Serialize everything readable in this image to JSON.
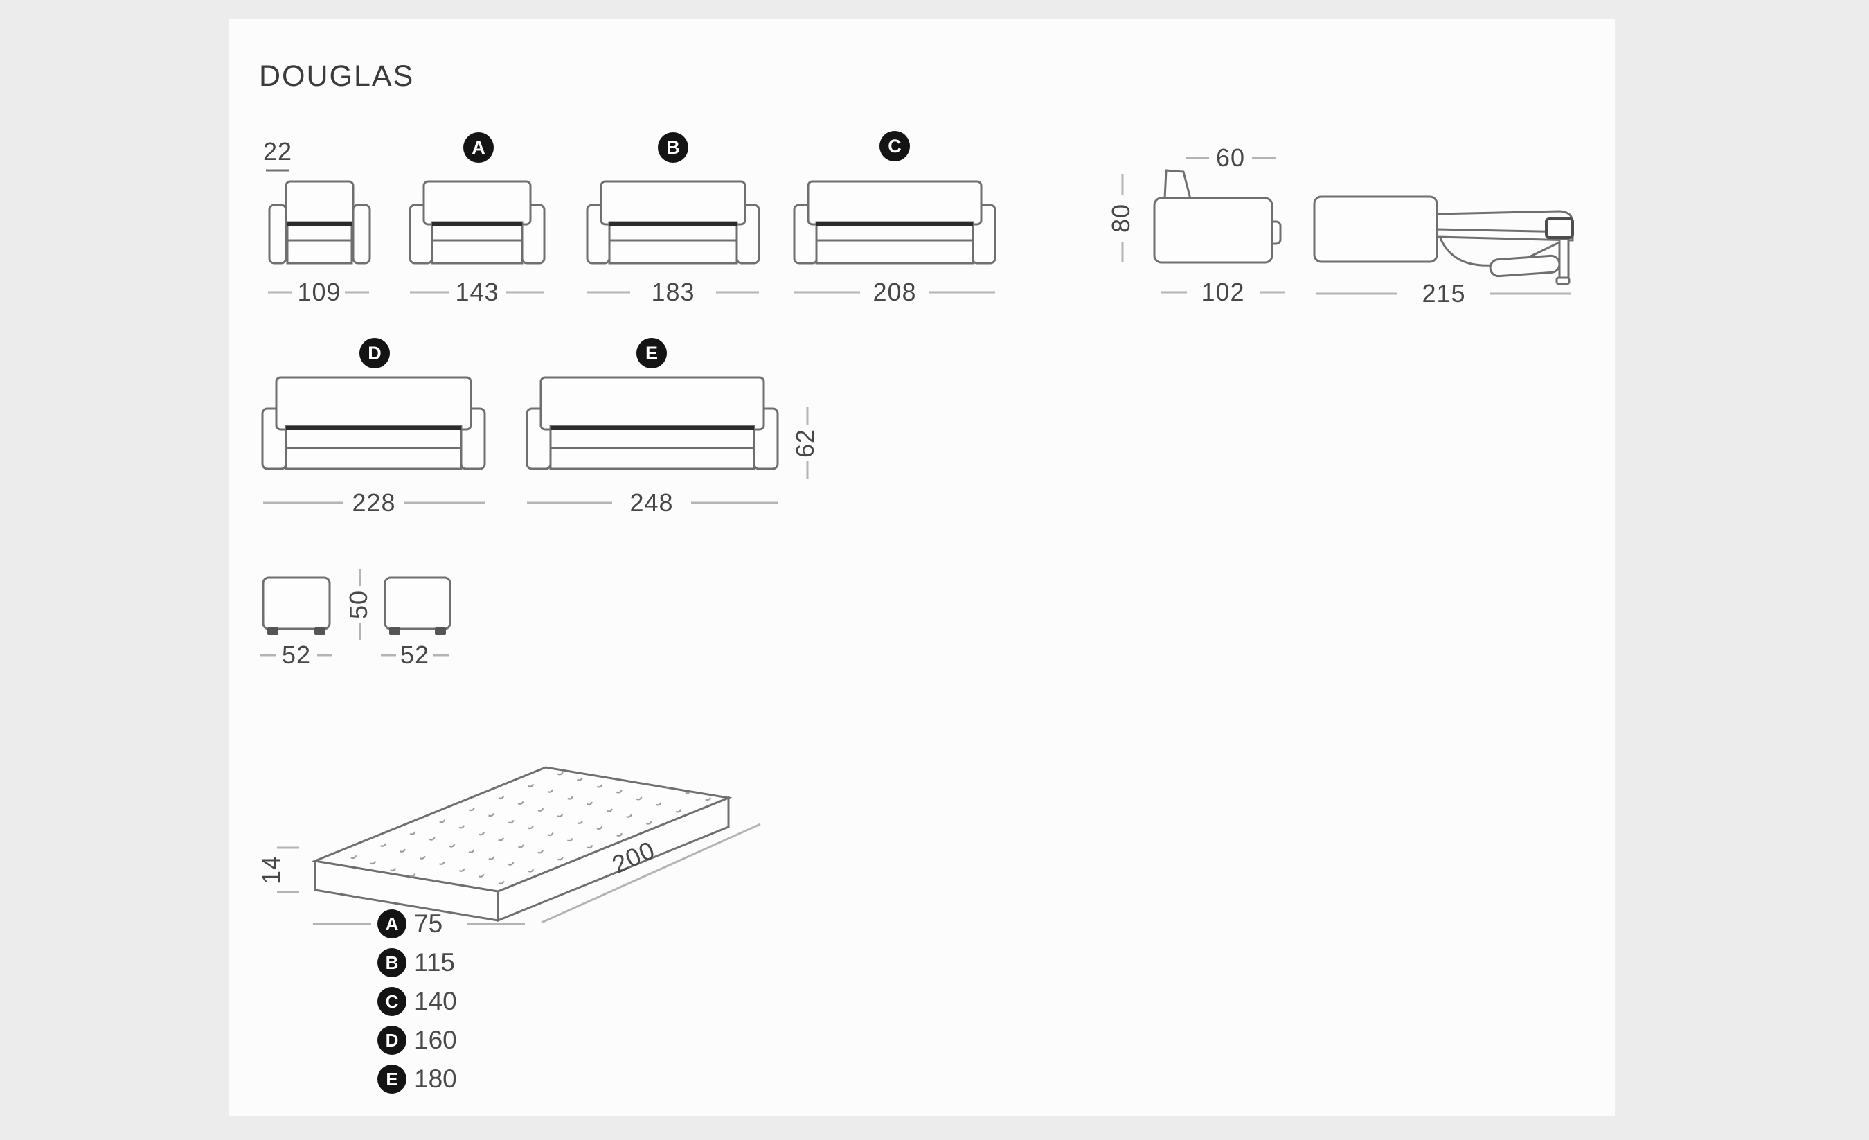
{
  "title": "DOUGLAS",
  "front_views": {
    "armrest_width": "22",
    "models": [
      {
        "width": "109"
      },
      {
        "badge": "A",
        "width": "143"
      },
      {
        "badge": "B",
        "width": "183"
      },
      {
        "badge": "C",
        "width": "208"
      },
      {
        "badge": "D",
        "width": "228"
      },
      {
        "badge": "E",
        "width": "248"
      }
    ],
    "seat_height": "62"
  },
  "side_views": {
    "closed": {
      "back_width": "60",
      "height": "80",
      "depth": "102"
    },
    "open": {
      "extended_depth": "215"
    }
  },
  "poufs": {
    "height": "50",
    "width_left": "52",
    "width_right": "52"
  },
  "mattress": {
    "thickness": "14",
    "length": "200",
    "rows": [
      {
        "badge": "A",
        "value": "75"
      },
      {
        "badge": "B",
        "value": "115"
      },
      {
        "badge": "C",
        "value": "140"
      },
      {
        "badge": "D",
        "value": "160"
      },
      {
        "badge": "E",
        "value": "180"
      }
    ]
  },
  "colors": {
    "outline": "#6f6f6f",
    "accent_dark": "#2c2c2c",
    "dimension_dash": "#b4b4b4",
    "text": "#474747",
    "badge_bg": "#141414",
    "page_bg": "#fcfcfc",
    "outer_bg": "#ececec"
  }
}
